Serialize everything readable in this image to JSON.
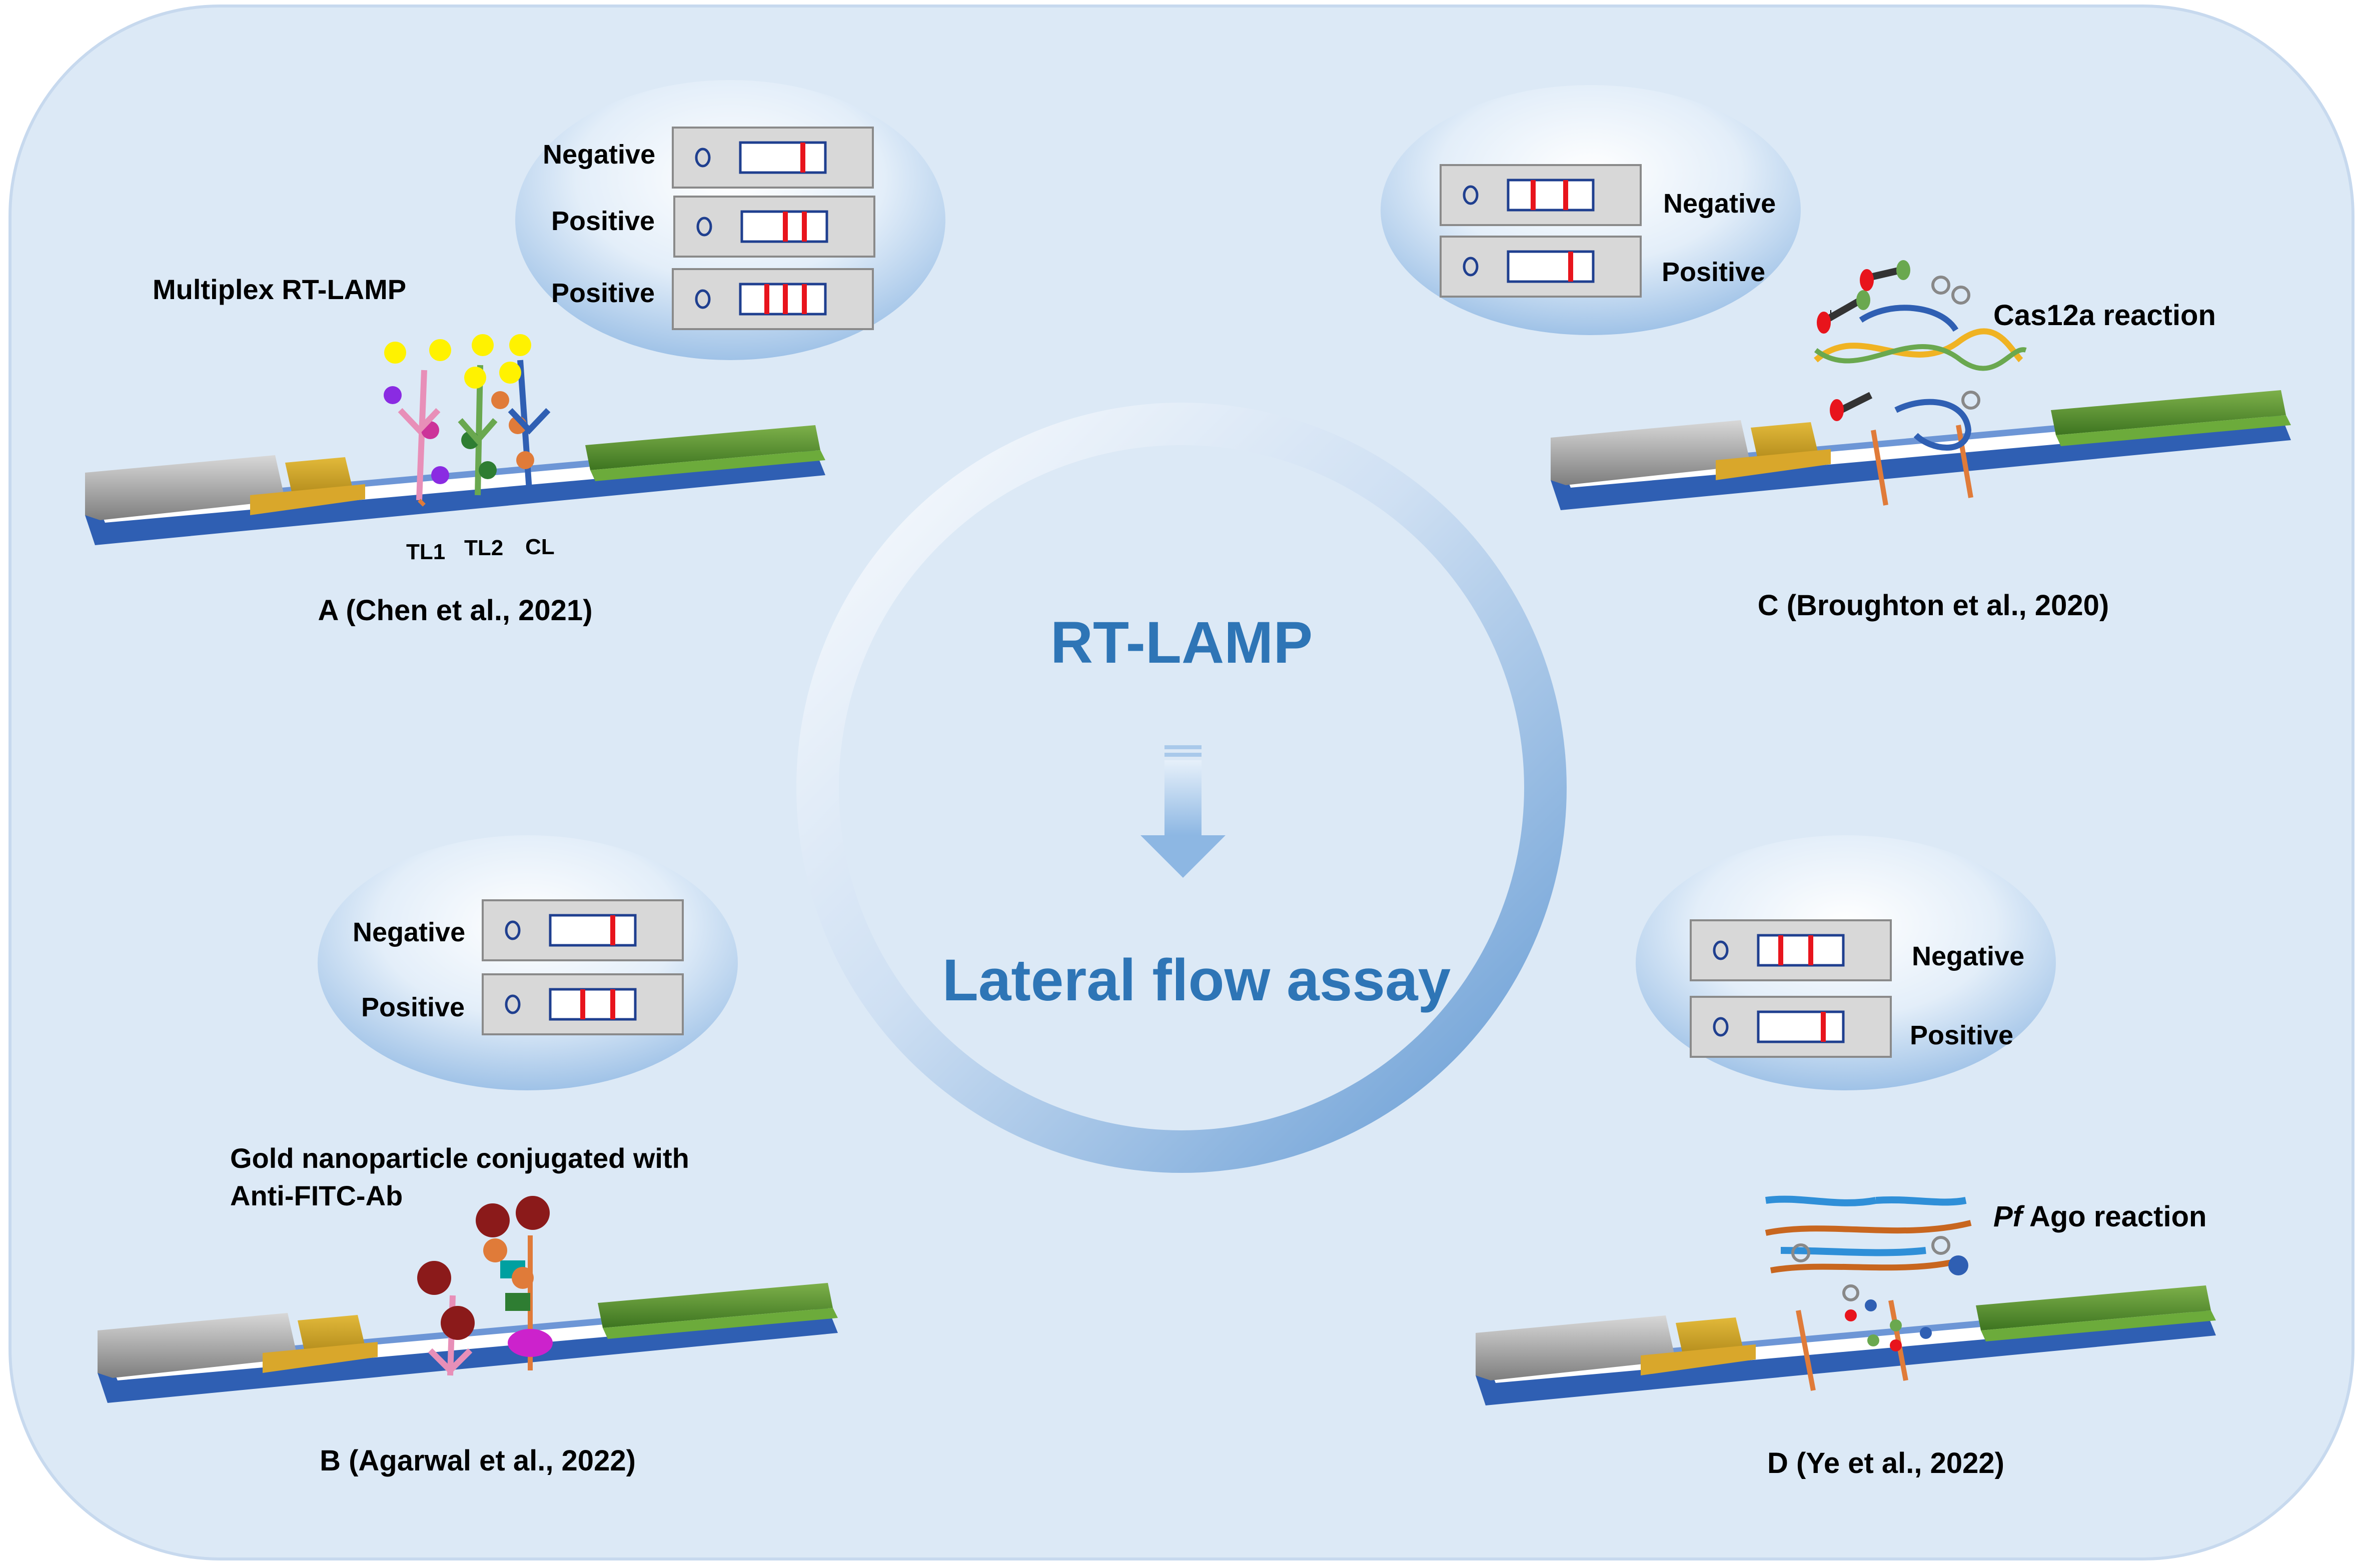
{
  "center": {
    "title": "RT-LAMP",
    "subtitle": "Lateral flow assay"
  },
  "panels": {
    "a": {
      "caption": "A (Chen et al., 2021)",
      "method": "Multiplex RT-LAMP",
      "results": [
        {
          "label": "Negative",
          "lines": 1
        },
        {
          "label": "Positive",
          "lines": 2
        },
        {
          "label": "Positive",
          "lines": 3
        }
      ],
      "line_labels": [
        "TL1",
        "TL2",
        "CL"
      ]
    },
    "b": {
      "caption": "B (Agarwal et al., 2022)",
      "method_line1": "Gold nanoparticle conjugated with",
      "method_line2": "Anti-FITC-Ab",
      "results": [
        {
          "label": "Negative",
          "lines": 1
        },
        {
          "label": "Positive",
          "lines": 2
        }
      ]
    },
    "c": {
      "caption": "C (Broughton et al., 2020)",
      "method": "Cas12a reaction",
      "results": [
        {
          "label": "Negative",
          "lines": 2
        },
        {
          "label": "Positive",
          "lines": 1
        }
      ]
    },
    "d": {
      "caption": "D (Ye et al., 2022)",
      "method_italic": "Pf",
      "method_rest": " Ago reaction",
      "results": [
        {
          "label": "Negative",
          "lines": 2
        },
        {
          "label": "Positive",
          "lines": 1
        }
      ]
    }
  },
  "colors": {
    "background": "#dce9f6",
    "accent_blue": "#2e75b6",
    "result_line": "#e8141c",
    "strip_green": "#4f8a2b",
    "strip_gold": "#c9a227",
    "strip_gray": "#9a9a9a",
    "strip_base": "#2f5fb3",
    "test_line": "#e07b39"
  }
}
